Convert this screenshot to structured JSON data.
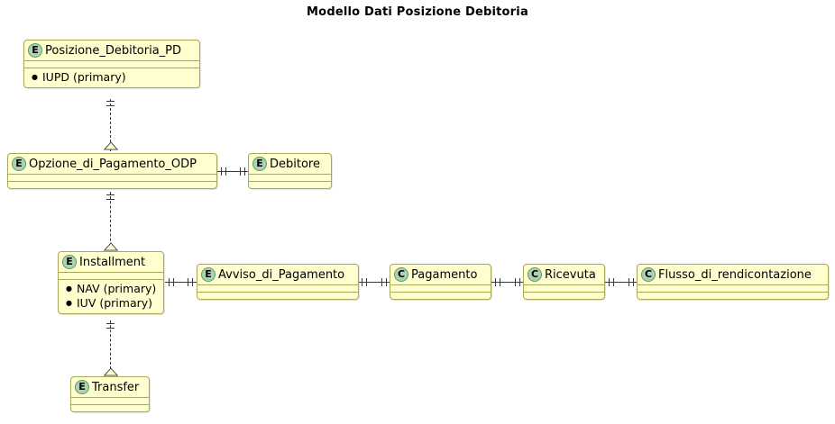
{
  "diagram": {
    "title": "Modello Dati Posizione Debitoria",
    "background_color": "#FFFFFF",
    "node_fill": "#FEFECE",
    "node_border": "#A8A857",
    "stereotype_fill": "#ADD1B2",
    "stereotype_border": "#5C9C63",
    "line_color": "#383838"
  },
  "nodes": [
    {
      "id": "posizione_debitoria_pd",
      "stereotype": "E",
      "name": "Posizione_Debitoria_PD",
      "attributes": [
        "IUPD (primary)"
      ]
    },
    {
      "id": "opzione_di_pagamento_odp",
      "stereotype": "E",
      "name": "Opzione_di_Pagamento_ODP",
      "attributes": []
    },
    {
      "id": "debitore",
      "stereotype": "E",
      "name": "Debitore",
      "attributes": []
    },
    {
      "id": "installment",
      "stereotype": "E",
      "name": "Installment",
      "attributes": [
        "NAV (primary)",
        "IUV (primary)"
      ]
    },
    {
      "id": "avviso_di_pagamento",
      "stereotype": "E",
      "name": "Avviso_di_Pagamento",
      "attributes": []
    },
    {
      "id": "pagamento",
      "stereotype": "C",
      "name": "Pagamento",
      "attributes": []
    },
    {
      "id": "ricevuta",
      "stereotype": "C",
      "name": "Ricevuta",
      "attributes": []
    },
    {
      "id": "flusso_di_rendicontazione",
      "stereotype": "C",
      "name": "Flusso_di_rendicontazione",
      "attributes": []
    },
    {
      "id": "transfer",
      "stereotype": "E",
      "name": "Transfer",
      "attributes": []
    }
  ],
  "relationships": [
    {
      "from": "opzione_di_pagamento_odp",
      "to": "posizione_debitoria_pd",
      "style": "dashed",
      "orientation": "vertical",
      "source_marker": "generalization-triangle",
      "target_marker": "exactly-one"
    },
    {
      "from": "installment",
      "to": "opzione_di_pagamento_odp",
      "style": "dashed",
      "orientation": "vertical",
      "source_marker": "generalization-triangle",
      "target_marker": "exactly-one"
    },
    {
      "from": "transfer",
      "to": "installment",
      "style": "dashed",
      "orientation": "vertical",
      "source_marker": "generalization-triangle",
      "target_marker": "exactly-one"
    },
    {
      "from": "opzione_di_pagamento_odp",
      "to": "debitore",
      "style": "solid",
      "orientation": "horizontal",
      "source_marker": "exactly-one",
      "target_marker": "exactly-one"
    },
    {
      "from": "installment",
      "to": "avviso_di_pagamento",
      "style": "solid",
      "orientation": "horizontal",
      "source_marker": "exactly-one",
      "target_marker": "exactly-one"
    },
    {
      "from": "avviso_di_pagamento",
      "to": "pagamento",
      "style": "solid",
      "orientation": "horizontal",
      "source_marker": "exactly-one",
      "target_marker": "exactly-one"
    },
    {
      "from": "pagamento",
      "to": "ricevuta",
      "style": "solid",
      "orientation": "horizontal",
      "source_marker": "exactly-one",
      "target_marker": "exactly-one"
    },
    {
      "from": "ricevuta",
      "to": "flusso_di_rendicontazione",
      "style": "solid",
      "orientation": "horizontal",
      "source_marker": "exactly-one",
      "target_marker": "exactly-one"
    }
  ]
}
